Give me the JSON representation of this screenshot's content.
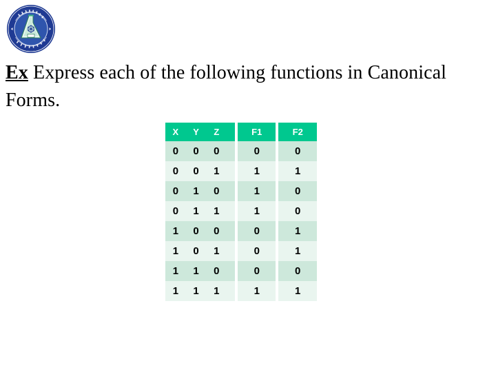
{
  "logo": {
    "name": "university-seal-logo",
    "outer_ring_color": "#1F3A93",
    "inner_circle_color": "#2B4FA2",
    "emblem_color": "#3FB183",
    "text_color": "#FFFFFF"
  },
  "title": {
    "label_bold": "Ex",
    "label_rest": " Express each of the following functions in Canonical Forms."
  },
  "table": {
    "header_bg": "#00C88F",
    "header_text_color": "#FFFFFF",
    "row_bg_odd": "#CDE8DB",
    "row_bg_even": "#E9F5EF",
    "headers": [
      "X",
      "Y",
      "Z",
      "F1",
      "F2"
    ],
    "rows": [
      [
        "0",
        "0",
        "0",
        "0",
        "0"
      ],
      [
        "0",
        "0",
        "1",
        "1",
        "1"
      ],
      [
        "0",
        "1",
        "0",
        "1",
        "0"
      ],
      [
        "0",
        "1",
        "1",
        "1",
        "0"
      ],
      [
        "1",
        "0",
        "0",
        "0",
        "1"
      ],
      [
        "1",
        "0",
        "1",
        "0",
        "1"
      ],
      [
        "1",
        "1",
        "0",
        "0",
        "0"
      ],
      [
        "1",
        "1",
        "1",
        "1",
        "1"
      ]
    ]
  }
}
